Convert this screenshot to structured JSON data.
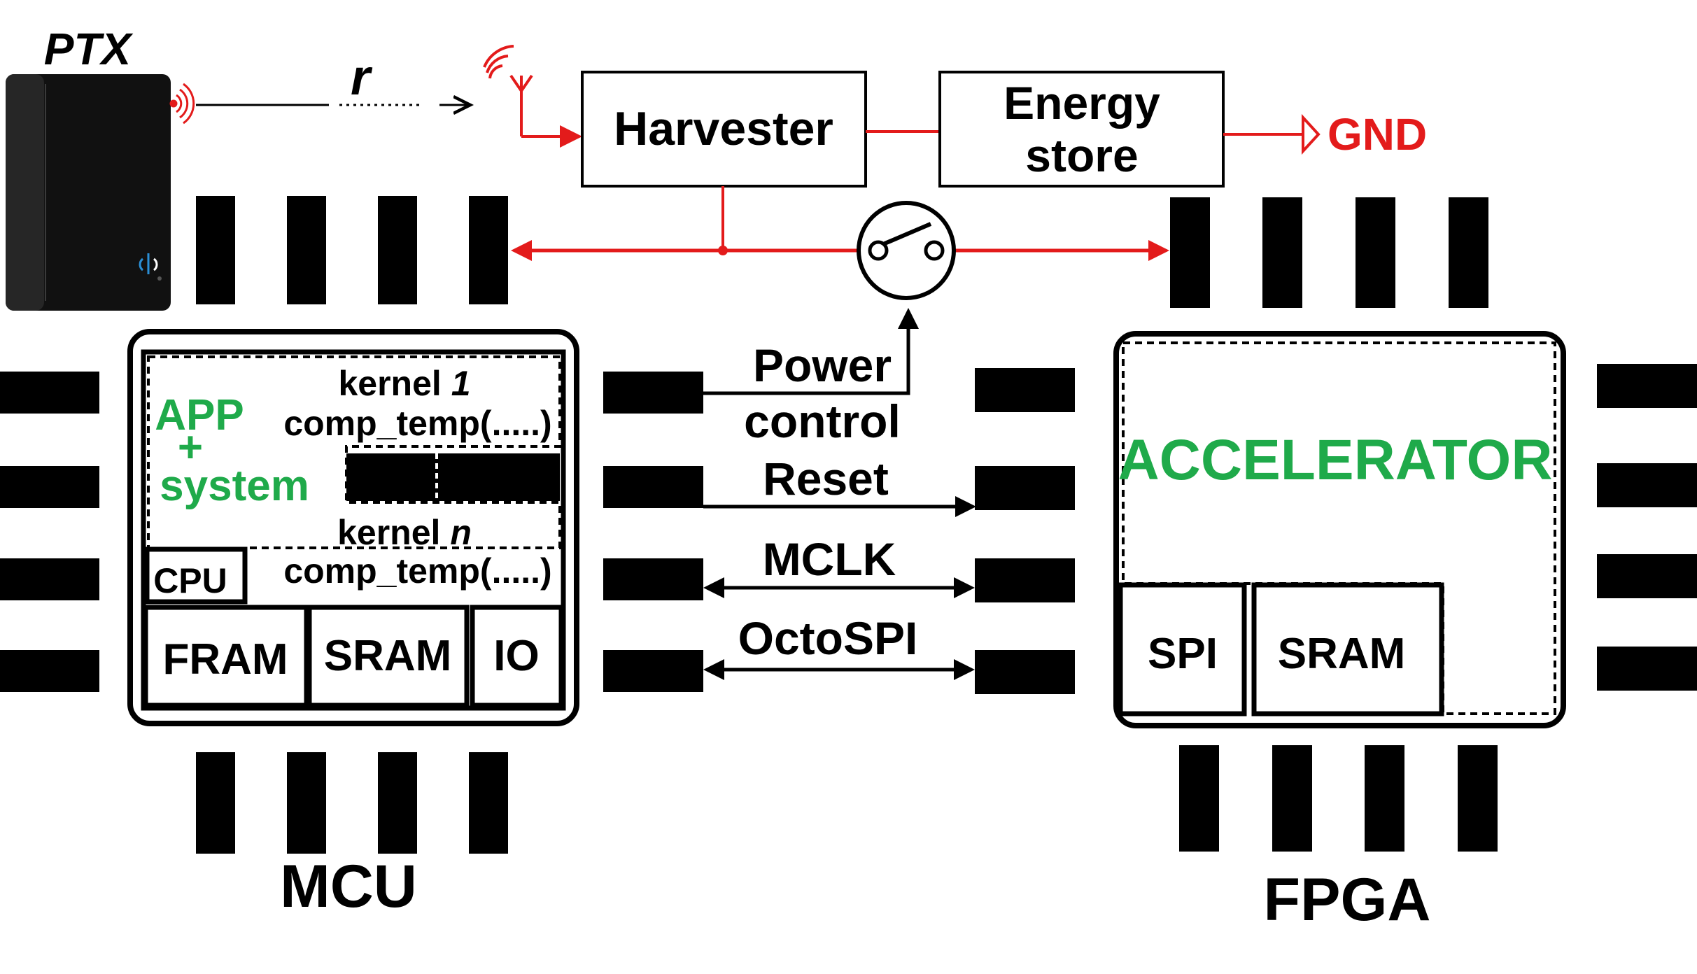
{
  "labels": {
    "ptx": "PTX",
    "distance": "r",
    "harvester": "Harvester",
    "energy_store_line1": "Energy",
    "energy_store_line2": "store",
    "gnd": "GND",
    "power_control_line1": "Power",
    "power_control_line2": "control",
    "reset": "Reset",
    "mclk": "MCLK",
    "octospi": "OctoSPI",
    "mcu": "MCU",
    "fpga": "FPGA"
  },
  "mcu": {
    "app_line1": "APP",
    "app_line2": "+",
    "app_line3": "system",
    "kernel1_prefix": "kernel ",
    "kernel1_index": "1",
    "kernel1_func": "comp_temp(.....)",
    "kerneln_prefix": "kernel ",
    "kerneln_index": "n",
    "kerneln_func": "comp_temp(.....)",
    "cpu": "CPU",
    "fram": "FRAM",
    "sram": "SRAM",
    "io": "IO"
  },
  "fpga": {
    "accelerator": "ACCELERATOR",
    "spi": "SPI",
    "sram": "SRAM"
  },
  "colors": {
    "power_line": "#e31b1b",
    "app_text": "#1faa4a",
    "ink": "#000000"
  }
}
